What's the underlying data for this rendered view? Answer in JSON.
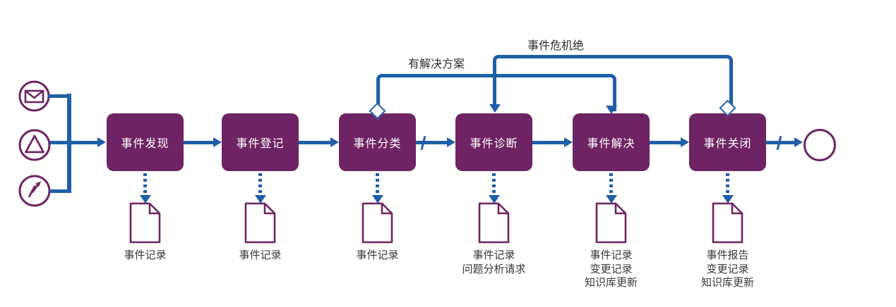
{
  "colors": {
    "node_purple": "#6E2364",
    "connector_blue": "#1F5FA8",
    "label_text": "#383838",
    "node_text": "#FFFFFF"
  },
  "flow": {
    "sources": [
      {
        "icon": "email-icon"
      },
      {
        "icon": "triangle-alert-icon"
      },
      {
        "icon": "lightning-event-icon"
      }
    ],
    "stages": [
      {
        "label": "事件发现",
        "output": "事件记录"
      },
      {
        "label": "事件登记",
        "output": "事件记录"
      },
      {
        "label": "事件分类",
        "output": "事件记录"
      },
      {
        "label": "事件诊断",
        "output": "事件记录\n问题分析请求"
      },
      {
        "label": "事件解决",
        "output": "事件记录\n变更记录\n知识库更新"
      },
      {
        "label": "事件关闭",
        "output": "事件报告\n变更记录\n知识库更新"
      }
    ],
    "feedback_links": [
      {
        "label": "有解决方案",
        "from": "事件分类",
        "to": "事件解决"
      },
      {
        "label": "事件危机绝",
        "from": "事件关闭",
        "to": "事件诊断"
      }
    ]
  }
}
